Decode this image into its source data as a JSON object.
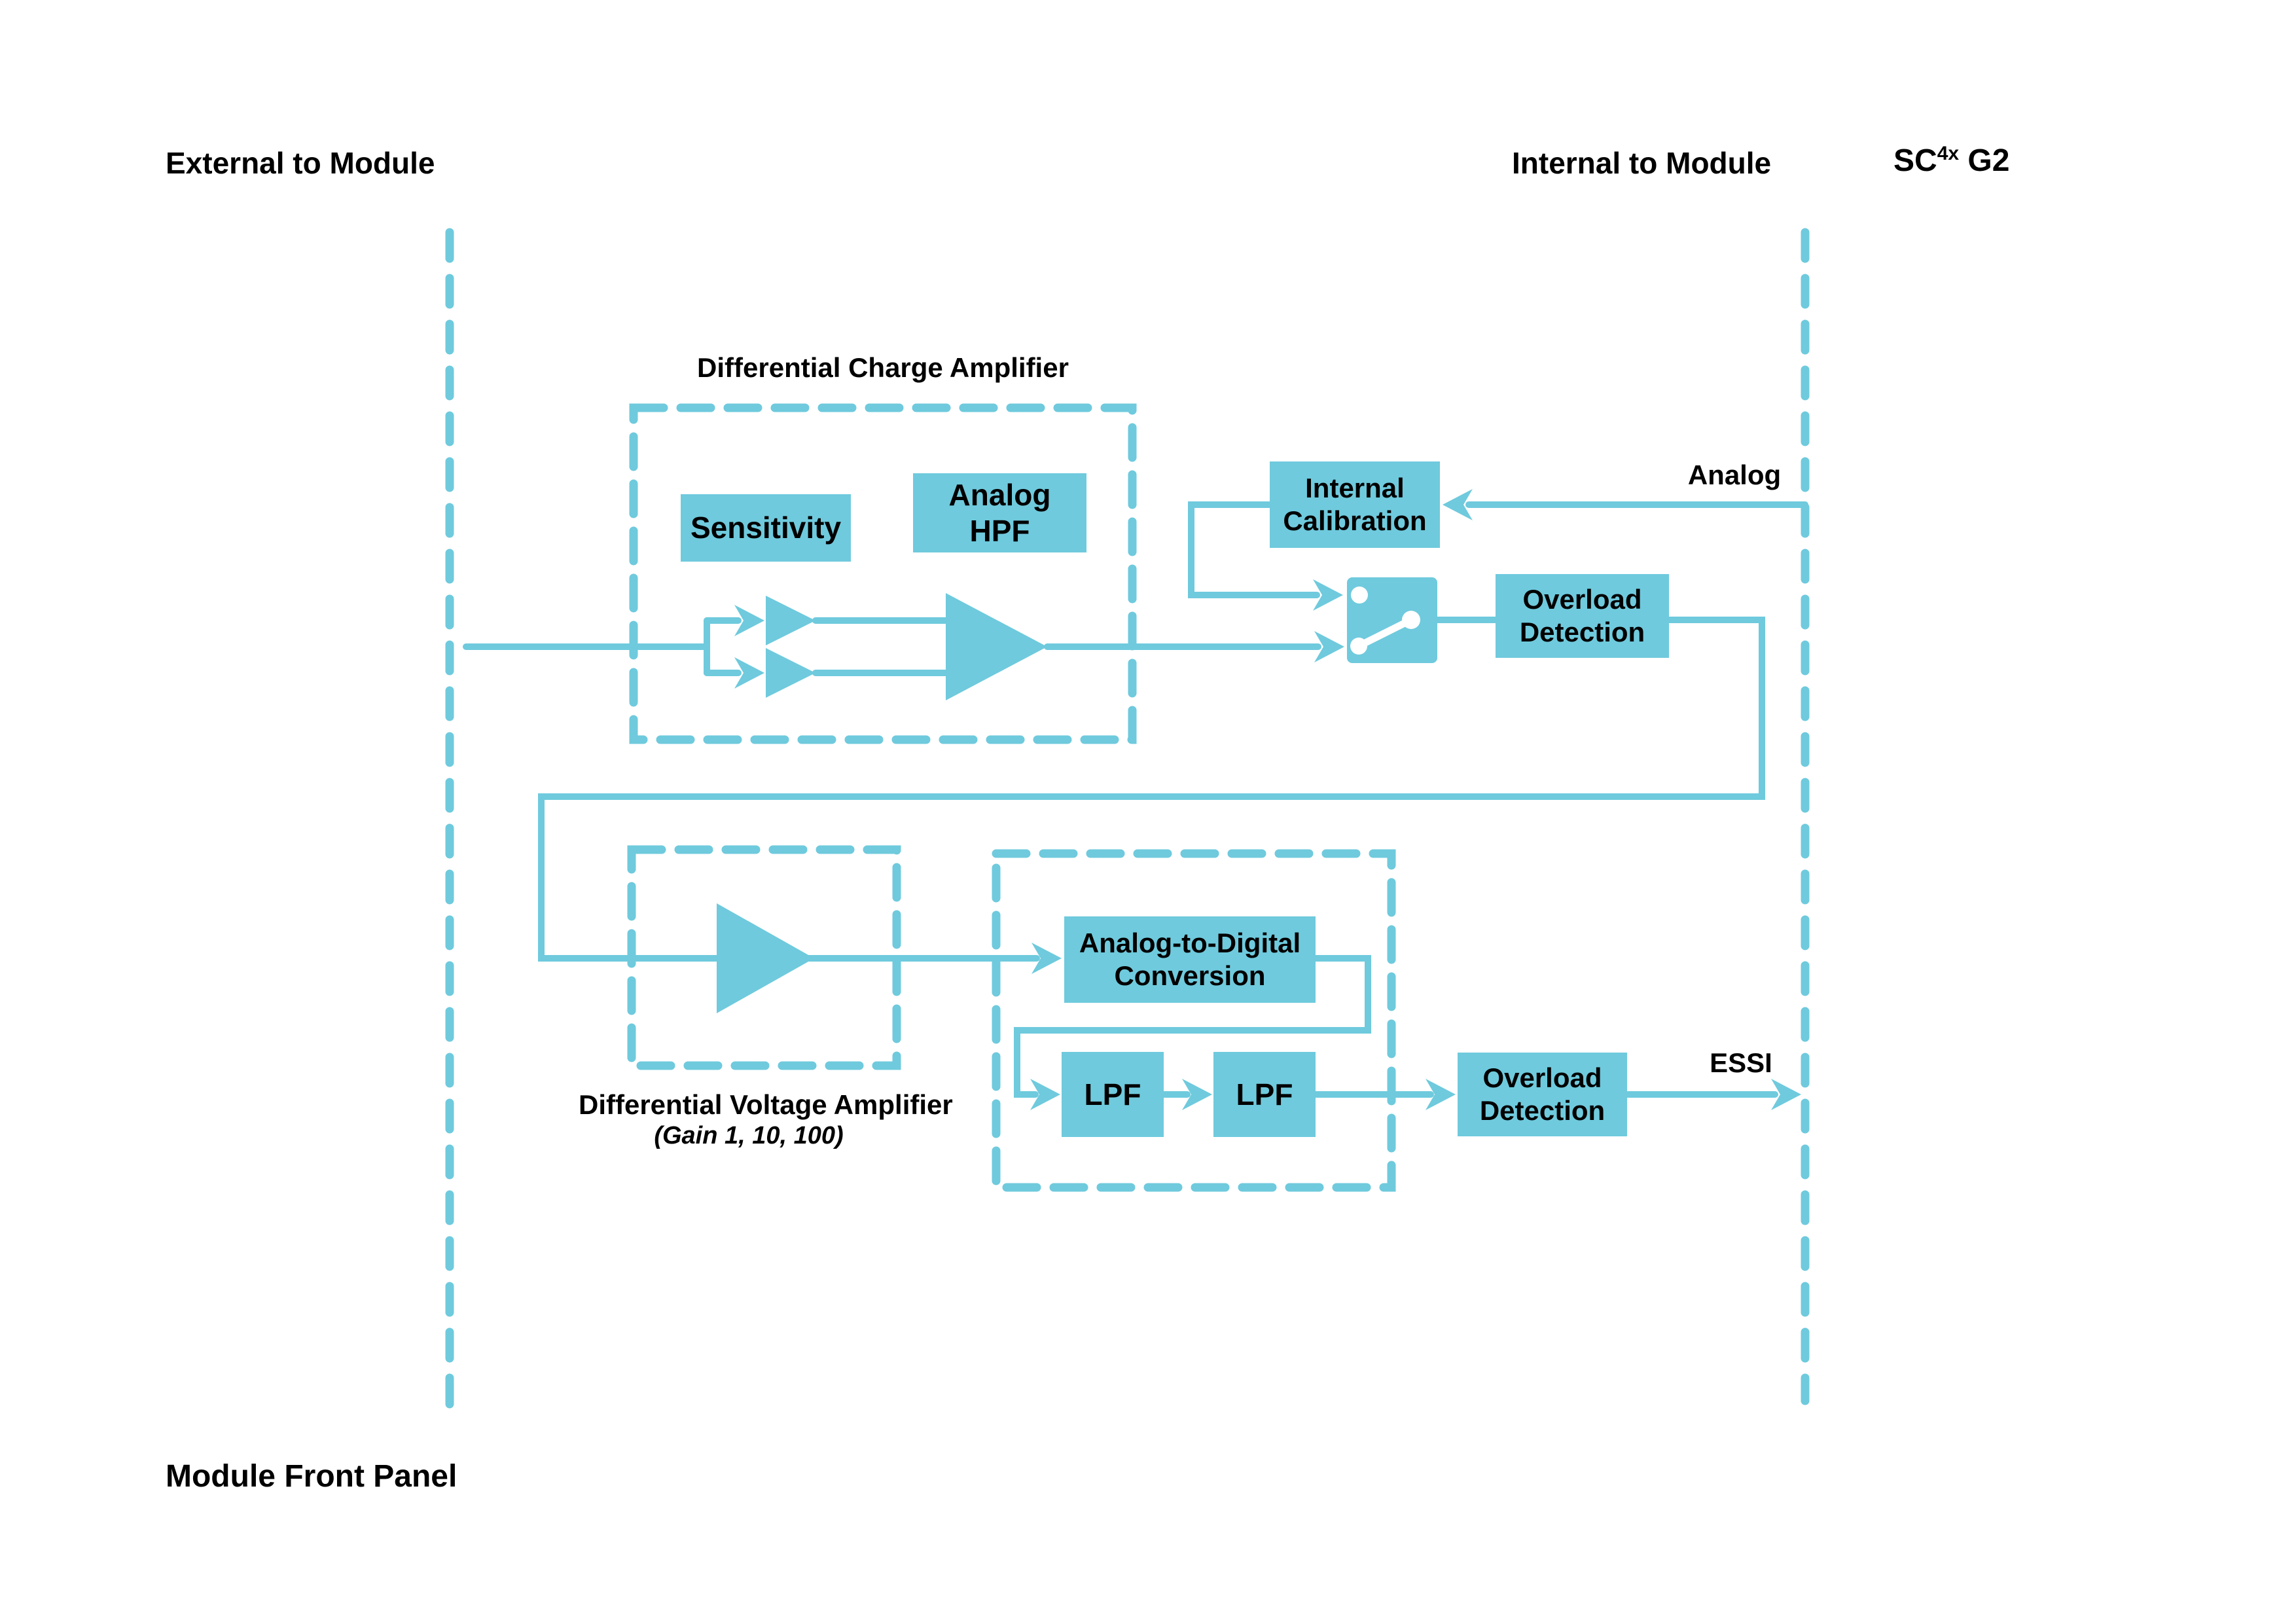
{
  "header": {
    "external_label": "External to Module",
    "internal_label": "Internal to Module",
    "product": {
      "base": "SC",
      "sup": "4x",
      "rest": "G2"
    }
  },
  "footer": {
    "label": "Module Front Panel"
  },
  "colors": {
    "accent": "#6FCADD",
    "text": "#000000",
    "background": "#FFFFFF"
  },
  "charge_amplifier": {
    "title": "Differential Charge Amplifier",
    "sensitivity_label": "Sensitivity",
    "hpf": {
      "line1": "Analog",
      "line2": "HPF"
    }
  },
  "calibration": {
    "line1": "Internal",
    "line2": "Calibration"
  },
  "overload_detection_1": {
    "line1": "Overload",
    "line2": "Detection"
  },
  "voltage_amplifier": {
    "title": "Differential Voltage Amplifier",
    "subtitle": "(Gain 1, 10, 100)"
  },
  "digital_section": {
    "adc": {
      "line1": "Analog-to-Digital",
      "line2": "Conversion"
    },
    "lpf1_label": "LPF",
    "lpf2_label": "LPF"
  },
  "overload_detection_2": {
    "line1": "Overload",
    "line2": "Detection"
  },
  "signals": {
    "analog_label": "Analog",
    "essi_label": "ESSI"
  }
}
